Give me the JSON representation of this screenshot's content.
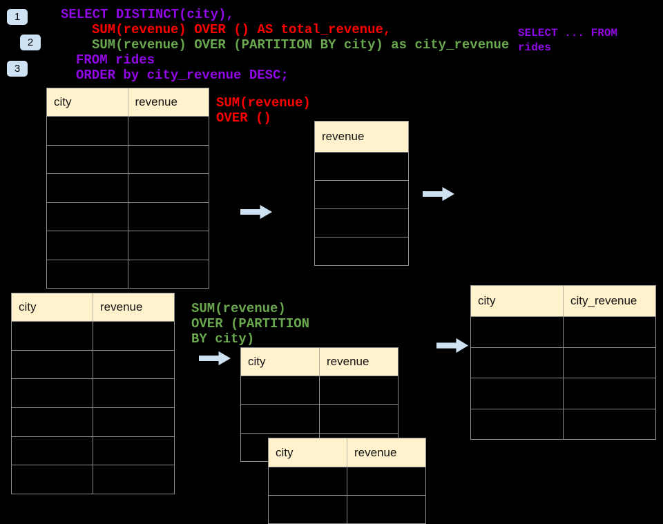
{
  "colors": {
    "purple": "#9208E8",
    "red": "#FF0000",
    "green": "#6AA84F",
    "header_fill": "#FFF2CC",
    "arrow_fill": "#CFE2F3",
    "badge_fill": "#CFE2F3",
    "background": "#000000",
    "grid_line": "#8f8f8f"
  },
  "badges": [
    "1",
    "2",
    "3"
  ],
  "sql_code": {
    "lines": [
      {
        "text": "SELECT DISTINCT(city),",
        "color": "purple",
        "indent": 0
      },
      {
        "text": "SUM(revenue) OVER () AS total_revenue,",
        "color": "red",
        "indent": 45
      },
      {
        "text": "SUM(revenue) OVER (PARTITION BY city) as city_revenue",
        "color": "green",
        "indent": 45
      },
      {
        "text": "FROM rides",
        "color": "purple",
        "indent": 22
      },
      {
        "text": "ORDER by city_revenue DESC;",
        "color": "purple",
        "indent": 22
      }
    ]
  },
  "side_code": {
    "lines": [
      {
        "text": "SELECT ... FROM",
        "color": "purple",
        "indent": 0
      },
      {
        "text": "rides",
        "color": "purple",
        "indent": 0
      }
    ]
  },
  "labels": {
    "total": {
      "lines": [
        {
          "text": "SUM(revenue)",
          "color": "red",
          "indent": 0
        },
        {
          "text": "OVER ()",
          "color": "red",
          "indent": 0
        }
      ]
    },
    "partition": {
      "lines": [
        {
          "text": "SUM(revenue)",
          "color": "green",
          "indent": 0
        },
        {
          "text": "OVER (PARTITION",
          "color": "green",
          "indent": 0
        },
        {
          "text": "BY city)",
          "color": "green",
          "indent": 0
        }
      ]
    }
  },
  "tables": {
    "source_top": {
      "headers": [
        "city",
        "revenue"
      ],
      "rows": 6
    },
    "total_result": {
      "headers": [
        "revenue"
      ],
      "rows": 4
    },
    "source_bottom": {
      "headers": [
        "city",
        "revenue"
      ],
      "rows": 6
    },
    "partition_mid": {
      "headers": [
        "city",
        "revenue"
      ],
      "rows": 3
    },
    "partition_overlap": {
      "headers": [
        "city",
        "revenue"
      ],
      "rows": 2
    },
    "final_result": {
      "headers": [
        "city",
        "city_revenue"
      ],
      "rows": 4
    }
  }
}
